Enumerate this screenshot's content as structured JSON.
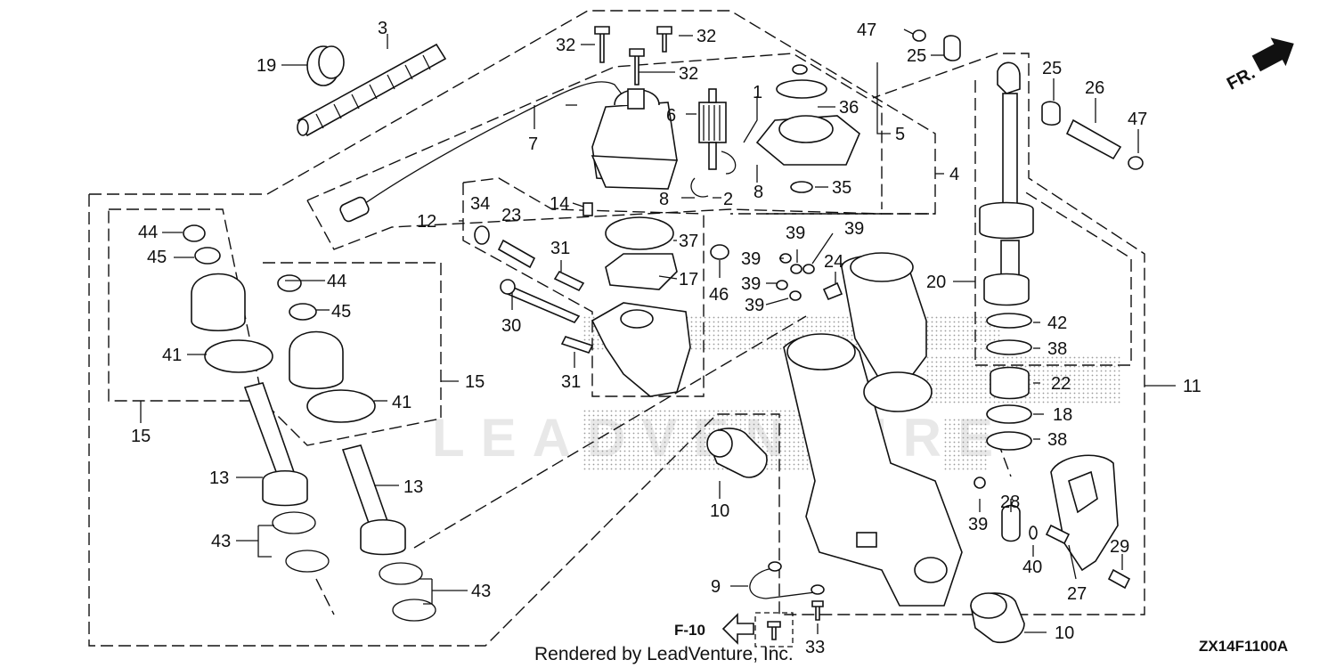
{
  "diagram": {
    "part_numbers": {
      "p1": "1",
      "p2": "2",
      "p3": "3",
      "p4": "4",
      "p5": "5",
      "p6": "6",
      "p7": "7",
      "p8a": "8",
      "p8b": "8",
      "p9": "9",
      "p10a": "10",
      "p10b": "10",
      "p11": "11",
      "p12": "12",
      "p13a": "13",
      "p13b": "13",
      "p14": "14",
      "p15a": "15",
      "p15b": "15",
      "p17": "17",
      "p18": "18",
      "p19": "19",
      "p20": "20",
      "p22": "22",
      "p23": "23",
      "p24": "24",
      "p25a": "25",
      "p25b": "25",
      "p26": "26",
      "p27": "27",
      "p28": "28",
      "p29": "29",
      "p30": "30",
      "p31a": "31",
      "p31b": "31",
      "p32a": "32",
      "p32b": "32",
      "p32c": "32",
      "p33": "33",
      "p34": "34",
      "p35": "35",
      "p36": "36",
      "p37": "37",
      "p38a": "38",
      "p38b": "38",
      "p39a": "39",
      "p39b": "39",
      "p39c": "39",
      "p39d": "39",
      "p39e": "39",
      "p40": "40",
      "p41a": "41",
      "p41b": "41",
      "p42": "42",
      "p43a": "43",
      "p43b": "43",
      "p44a": "44",
      "p44b": "44",
      "p45a": "45",
      "p45b": "45",
      "p46": "46",
      "p47a": "47",
      "p47b": "47"
    },
    "front_indicator": "FR.",
    "reference": "F-10",
    "diagram_code": "ZX14F1100A",
    "watermark": "LEADVENTURE",
    "footer": "Rendered by LeadVenture, Inc."
  }
}
